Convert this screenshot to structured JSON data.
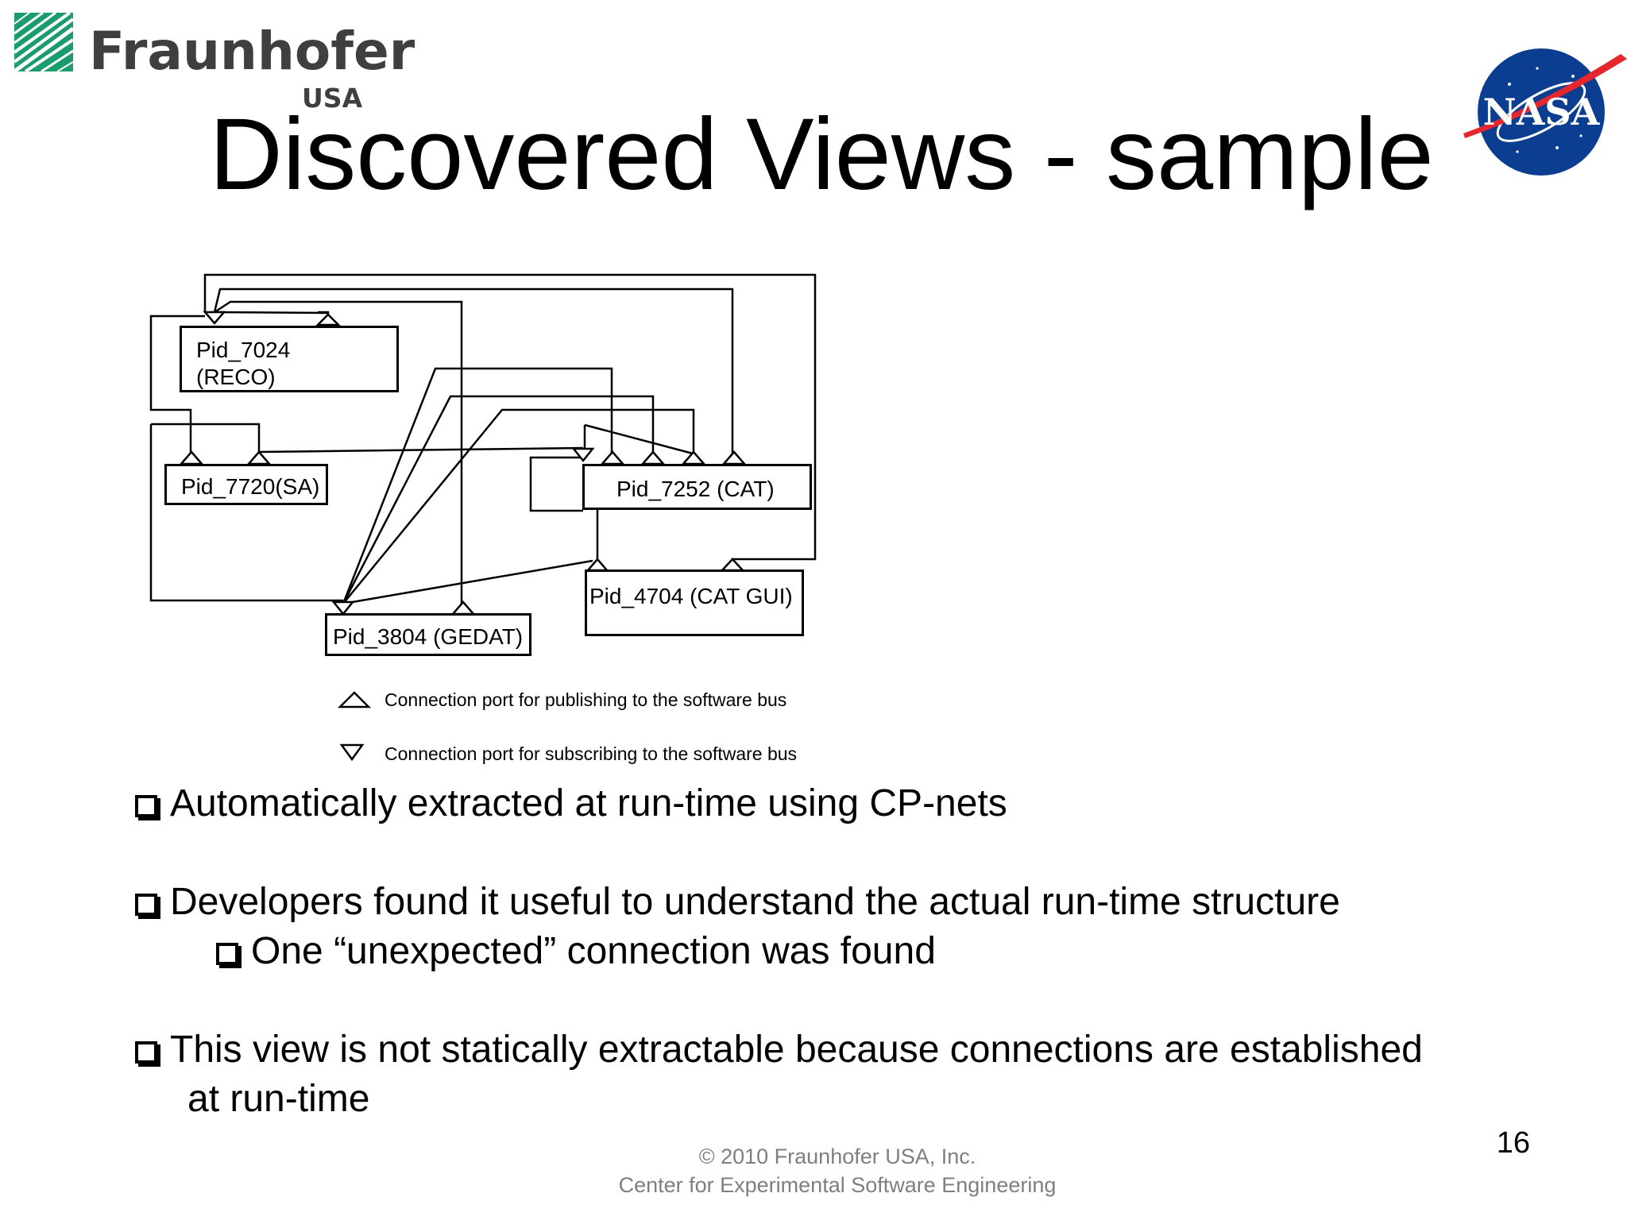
{
  "logo": {
    "wordmark": "Fraunhofer",
    "sub": "USA",
    "icon": "fraunhofer-stripes-icon",
    "brand_color": "#1a9c6c"
  },
  "nasa_logo": {
    "text": "NASA",
    "icon": "nasa-meatball-icon",
    "blue": "#0b3d91",
    "red": "#e3272d"
  },
  "title": "Discovered Views - sample",
  "diagram": {
    "nodes": {
      "reco": {
        "line1": "Pid_7024",
        "line2": "(RECO)"
      },
      "sa": "Pid_7720(SA)",
      "cat": "Pid_7252 (CAT)",
      "catgui": "Pid_4704 (CAT GUI)",
      "gedat": "Pid_3804 (GEDAT)"
    },
    "legend": {
      "publish": "Connection port for publishing to the software bus",
      "subscribe": "Connection port for subscribing to the software bus"
    }
  },
  "bullets": {
    "b1": "Automatically extracted at run-time using CP-nets",
    "b2": "Developers found it useful to understand the actual run-time structure",
    "b2_sub": "One “unexpected” connection was found",
    "b3_line1": "This view is not statically extractable because connections are established",
    "b3_line2": "at run-time"
  },
  "footer": {
    "copyright": "© 2010 Fraunhofer USA, Inc.",
    "center": "Center for Experimental Software Engineering"
  },
  "page_number": "16"
}
